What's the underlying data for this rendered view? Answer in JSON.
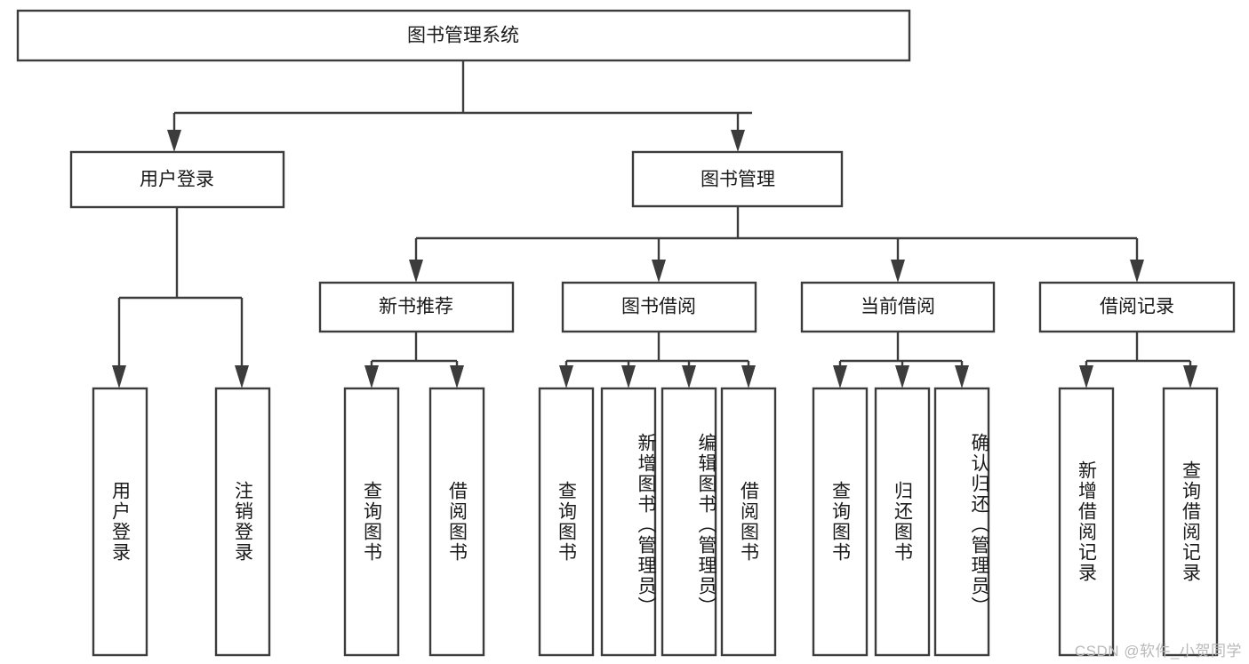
{
  "diagram": {
    "type": "tree-hierarchy",
    "title": "图书管理系统",
    "root": {
      "id": "root",
      "label": "图书管理系统",
      "orientation": "horizontal"
    },
    "level1": [
      {
        "id": "user-login",
        "label": "用户登录",
        "orientation": "horizontal"
      },
      {
        "id": "book-management",
        "label": "图书管理",
        "orientation": "horizontal"
      }
    ],
    "level2": [
      {
        "id": "new-book-recommend",
        "label": "新书推荐",
        "parent": "book-management",
        "orientation": "horizontal"
      },
      {
        "id": "book-borrow",
        "label": "图书借阅",
        "parent": "book-management",
        "orientation": "horizontal"
      },
      {
        "id": "current-borrow",
        "label": "当前借阅",
        "parent": "book-management",
        "orientation": "horizontal"
      },
      {
        "id": "borrow-record",
        "label": "借阅记录",
        "parent": "book-management",
        "orientation": "horizontal"
      }
    ],
    "leaves": [
      {
        "id": "leaf-user-login",
        "label": "用户登录",
        "parent": "user-login",
        "orientation": "vertical"
      },
      {
        "id": "leaf-logout-login",
        "label": "注销登录",
        "parent": "user-login",
        "orientation": "vertical"
      },
      {
        "id": "leaf-query-book-1",
        "label": "查询图书",
        "parent": "new-book-recommend",
        "orientation": "vertical"
      },
      {
        "id": "leaf-borrow-book-1",
        "label": "借阅图书",
        "parent": "new-book-recommend",
        "orientation": "vertical"
      },
      {
        "id": "leaf-query-book-2",
        "label": "查询图书",
        "parent": "book-borrow",
        "orientation": "vertical"
      },
      {
        "id": "leaf-add-book",
        "label": "新增图书（管理员）",
        "parent": "book-borrow",
        "orientation": "vertical"
      },
      {
        "id": "leaf-edit-book",
        "label": "编辑图书（管理员）",
        "parent": "book-borrow",
        "orientation": "vertical"
      },
      {
        "id": "leaf-borrow-book-2",
        "label": "借阅图书",
        "parent": "book-borrow",
        "orientation": "vertical"
      },
      {
        "id": "leaf-query-book-3",
        "label": "查询图书",
        "parent": "current-borrow",
        "orientation": "vertical"
      },
      {
        "id": "leaf-return-book",
        "label": "归还图书",
        "parent": "current-borrow",
        "orientation": "vertical"
      },
      {
        "id": "leaf-confirm-return",
        "label": "确认归还（管理员）",
        "parent": "current-borrow",
        "orientation": "vertical"
      },
      {
        "id": "leaf-add-record",
        "label": "新增借阅记录",
        "parent": "borrow-record",
        "orientation": "vertical"
      },
      {
        "id": "leaf-query-record",
        "label": "查询借阅记录",
        "parent": "borrow-record",
        "orientation": "vertical"
      }
    ],
    "colors": {
      "stroke": "#3c3c3c",
      "fill": "#ffffff",
      "text": "#1a1a1a",
      "background": "#ffffff",
      "watermark": "#b9b9b9"
    }
  },
  "watermark": {
    "text": "CSDN @软件_小贺同学"
  }
}
